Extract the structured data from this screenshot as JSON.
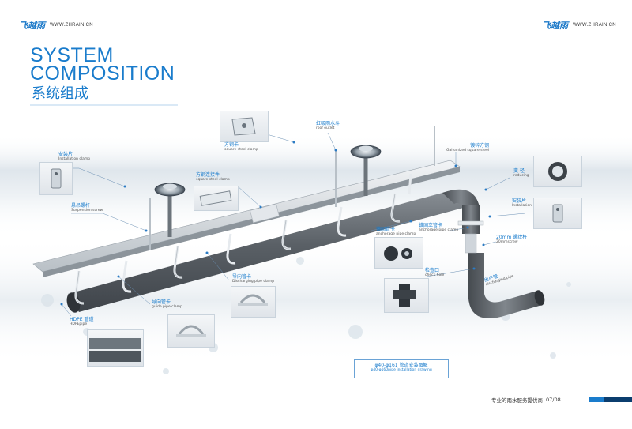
{
  "header": {
    "logo_left": "飞越雨",
    "site_left": "WWW.ZHRAIN.CN",
    "logo_right": "飞越雨",
    "site_right": "WWW.ZHRAIN.CN"
  },
  "title": {
    "en_line1": "SYSTEM",
    "en_line2": "COMPOSITION",
    "cn": "系统组成"
  },
  "labels": {
    "installation_clamp_cn": "安装片",
    "installation_clamp_en": "Installation clamp",
    "suspension_screw_cn": "悬吊螺杆",
    "suspension_screw_en": "Suspension screw",
    "square_clamp_cn": "方钢卡",
    "square_clamp_en": "square steel clamp",
    "square_clamp2_cn": "方钢连接件",
    "square_clamp2_en": "square steel clamp",
    "roof_outlet_cn": "虹吸雨水斗",
    "roof_outlet_en": "roof outlet",
    "galv_cn": "镀锌方钢",
    "galv_en": "Galvanized square steel",
    "reducing_cn": "变  径",
    "reducing_en": "reducing",
    "installation_cn": "安装片",
    "installation_en": "Installation",
    "anchor_clamp_cn": "锚固管卡",
    "anchor_clamp_en": "anchorage pipe clamp",
    "anchor_vert_cn": "锚固立管卡",
    "anchor_vert_en": "anchorage pipe clamp",
    "screw20_cn": "20mm 螺纹杆",
    "screw20_en": "20mmscrew",
    "check_hole_cn": "检查口",
    "check_hole_en": "check hole",
    "discharging_pipe_cn": "出户管",
    "discharging_pipe_en": "discharging pipe",
    "discharging_clamp_cn": "导向管卡",
    "discharging_clamp_en": "Discharging pipe clamp",
    "guide_clamp_cn": "导向管卡",
    "guide_clamp_en": "guide pipe clamp",
    "hdpe_cn": "HDPE 管道",
    "hdpe_en": "HDPEpipe"
  },
  "note": {
    "cn": "φ40-φ161 管道安装图解",
    "en": "φ40-φ160pipe installation drawing"
  },
  "footer": {
    "text": "专业的雨水服务提供商",
    "page": "07/08"
  }
}
